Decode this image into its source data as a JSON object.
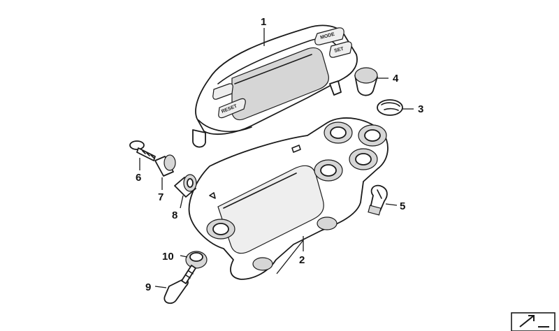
{
  "labels": {
    "p1": "1",
    "p2": "2",
    "p3": "3",
    "p4": "4",
    "p5": "5",
    "p6": "6",
    "p7": "7",
    "p8": "8",
    "p9": "9",
    "p10": "10"
  },
  "buttons": {
    "mode": "MODE",
    "set": "SET",
    "reset": "RESET"
  },
  "icons": {
    "corner": "corner-arrow-icon"
  }
}
